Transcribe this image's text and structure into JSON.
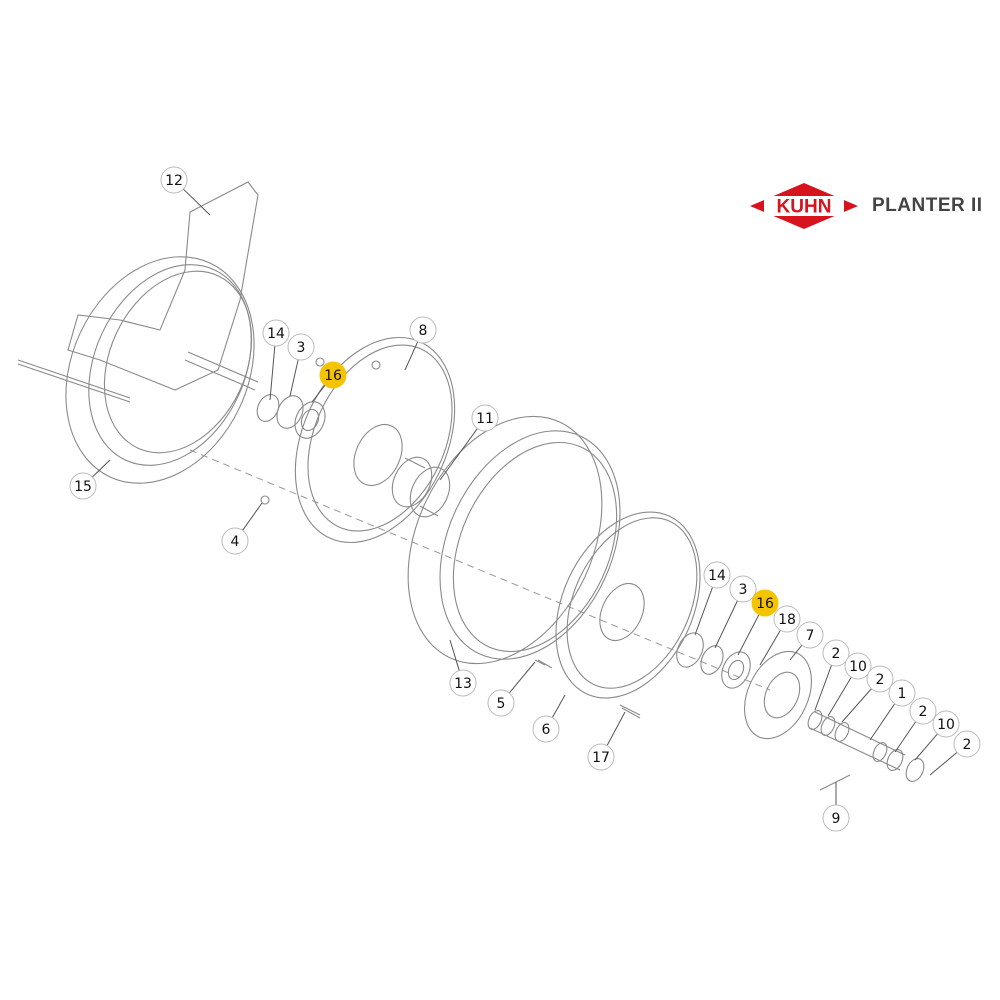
{
  "brand": {
    "logo_text": "KUHN",
    "product": "PLANTER II",
    "logo_color": "#d7141e"
  },
  "highlight_color": "#f5c400",
  "callouts": [
    {
      "label": "12",
      "highlighted": false
    },
    {
      "label": "14",
      "highlighted": false
    },
    {
      "label": "3",
      "highlighted": false
    },
    {
      "label": "16",
      "highlighted": true
    },
    {
      "label": "8",
      "highlighted": false
    },
    {
      "label": "11",
      "highlighted": false
    },
    {
      "label": "15",
      "highlighted": false
    },
    {
      "label": "4",
      "highlighted": false
    },
    {
      "label": "13",
      "highlighted": false
    },
    {
      "label": "5",
      "highlighted": false
    },
    {
      "label": "6",
      "highlighted": false
    },
    {
      "label": "17",
      "highlighted": false
    },
    {
      "label": "14",
      "highlighted": false
    },
    {
      "label": "3",
      "highlighted": false
    },
    {
      "label": "16",
      "highlighted": true
    },
    {
      "label": "18",
      "highlighted": false
    },
    {
      "label": "7",
      "highlighted": false
    },
    {
      "label": "2",
      "highlighted": false
    },
    {
      "label": "10",
      "highlighted": false
    },
    {
      "label": "2",
      "highlighted": false
    },
    {
      "label": "1",
      "highlighted": false
    },
    {
      "label": "2",
      "highlighted": false
    },
    {
      "label": "10",
      "highlighted": false
    },
    {
      "label": "2",
      "highlighted": false
    },
    {
      "label": "9",
      "highlighted": false
    }
  ]
}
